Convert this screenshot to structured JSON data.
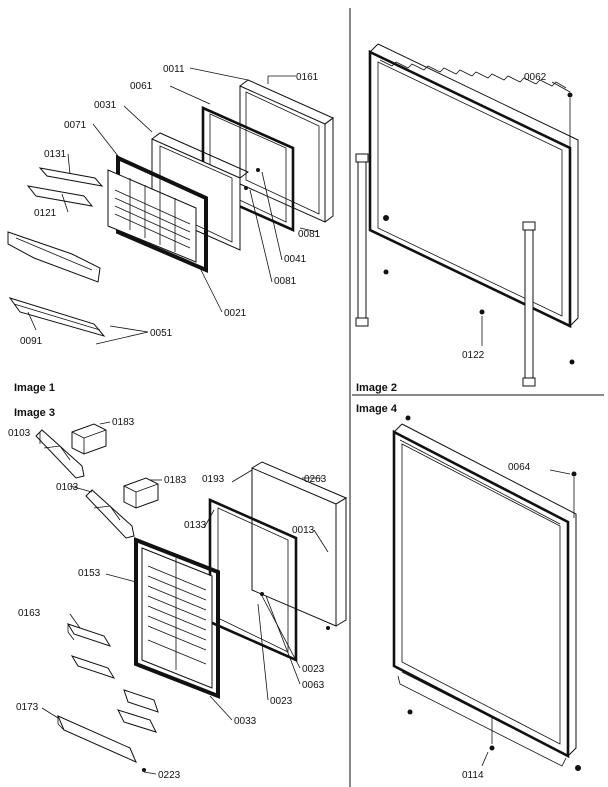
{
  "captions": {
    "image1": "Image 1",
    "image2": "Image 2",
    "image3": "Image 3",
    "image4": "Image 4"
  },
  "parts": {
    "p0011": "0011",
    "p0161": "0161",
    "p0061": "0061",
    "p0031": "0031",
    "p0071": "0071",
    "p0131": "0131",
    "p0121": "0121",
    "p0041": "0041",
    "p0081a": "0081",
    "p0081b": "0081",
    "p0021": "0021",
    "p0051": "0051",
    "p0091": "0091",
    "p0062": "0062",
    "p0122": "0122",
    "p0103a": "0103",
    "p0103b": "0103",
    "p0183a": "0183",
    "p0183b": "0183",
    "p0193": "0193",
    "p0263": "0263",
    "p0133": "0133",
    "p0013": "0013",
    "p0153": "0153",
    "p0163": "0163",
    "p0023a": "0023",
    "p0063": "0063",
    "p0023b": "0023",
    "p0033": "0033",
    "p0173": "0173",
    "p0223": "0223",
    "p0064": "0064",
    "p0114": "0114"
  }
}
